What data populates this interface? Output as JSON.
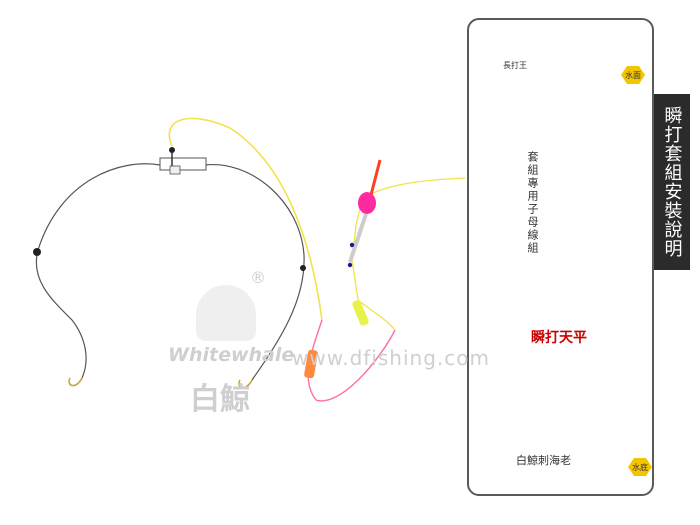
{
  "side_tab": {
    "title": "瞬打套組安裝說明"
  },
  "labels": {
    "float_name": "長打王",
    "water_surface": "水面",
    "kit_name": "套組專用子母線組",
    "rig_name": "瞬打天平",
    "hook_name": "白鯨刺海老",
    "water_bottom": "水底"
  },
  "watermark": {
    "brand_latin": "Whitewhale",
    "brand_cjk": "白鯨",
    "registered": "®",
    "url": "www.dfishing.com"
  },
  "colors": {
    "yellow_line": "#f2e24c",
    "pink_line": "#ff6fa0",
    "wire": "#444444",
    "hook": "#c9a437",
    "accent_red": "#cc0000",
    "tab_bg": "#2b2b2b"
  }
}
